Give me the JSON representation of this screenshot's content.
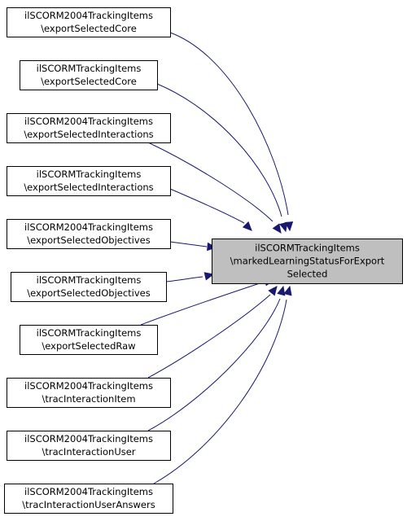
{
  "target": {
    "lines": [
      "ilSCORMTrackingItems",
      "\\markedLearningStatusForExport",
      "Selected"
    ]
  },
  "callers": [
    {
      "lines": [
        "ilSCORM2004TrackingItems",
        "\\exportSelectedCore"
      ]
    },
    {
      "lines": [
        "ilSCORMTrackingItems",
        "\\exportSelectedCore"
      ]
    },
    {
      "lines": [
        "ilSCORM2004TrackingItems",
        "\\exportSelectedInteractions"
      ]
    },
    {
      "lines": [
        "ilSCORMTrackingItems",
        "\\exportSelectedInteractions"
      ]
    },
    {
      "lines": [
        "ilSCORM2004TrackingItems",
        "\\exportSelectedObjectives"
      ]
    },
    {
      "lines": [
        "ilSCORMTrackingItems",
        "\\exportSelectedObjectives"
      ]
    },
    {
      "lines": [
        "ilSCORMTrackingItems",
        "\\exportSelectedRaw"
      ]
    },
    {
      "lines": [
        "ilSCORM2004TrackingItems",
        "\\tracInteractionItem"
      ]
    },
    {
      "lines": [
        "ilSCORM2004TrackingItems",
        "\\tracInteractionUser"
      ]
    },
    {
      "lines": [
        "ilSCORM2004TrackingItems",
        "\\tracInteractionUserAnswers"
      ]
    }
  ],
  "colors": {
    "edge": "#191970",
    "target_fill": "#bfbfbf",
    "node_fill": "#ffffff",
    "node_border": "#000000"
  }
}
